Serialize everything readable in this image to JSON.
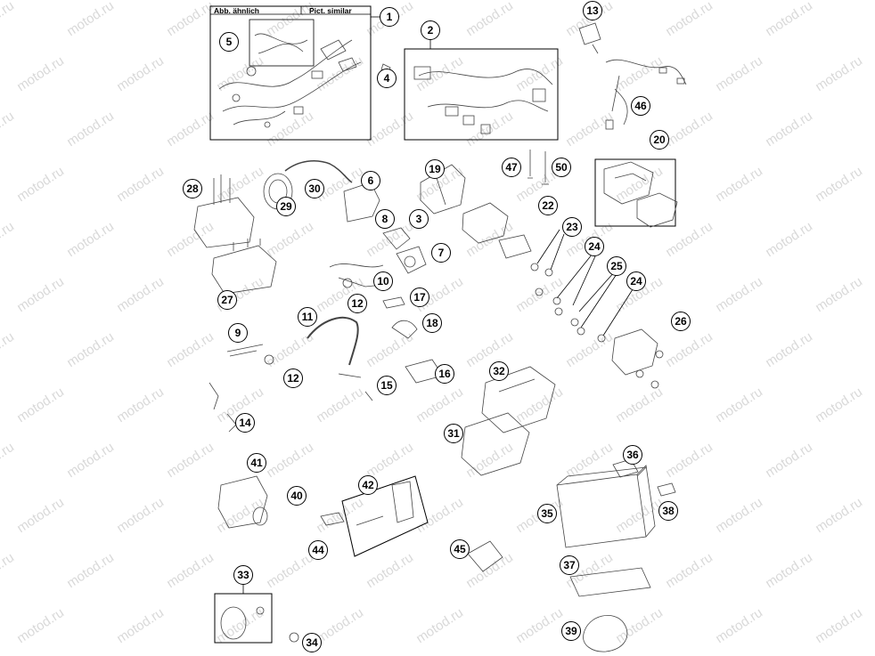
{
  "watermark": "motod.ru",
  "header_box": {
    "left_label": "Abb. ähnlich",
    "right_label": "Pict. similar"
  },
  "callouts": [
    "1",
    "2",
    "3",
    "4",
    "5",
    "6",
    "7",
    "8",
    "9",
    "10",
    "11",
    "12",
    "12",
    "13",
    "14",
    "15",
    "16",
    "17",
    "18",
    "19",
    "20",
    "22",
    "23",
    "24",
    "24",
    "25",
    "26",
    "27",
    "28",
    "29",
    "30",
    "31",
    "32",
    "33",
    "34",
    "35",
    "36",
    "37",
    "38",
    "39",
    "40",
    "41",
    "42",
    "44",
    "45",
    "46",
    "47",
    "50"
  ]
}
